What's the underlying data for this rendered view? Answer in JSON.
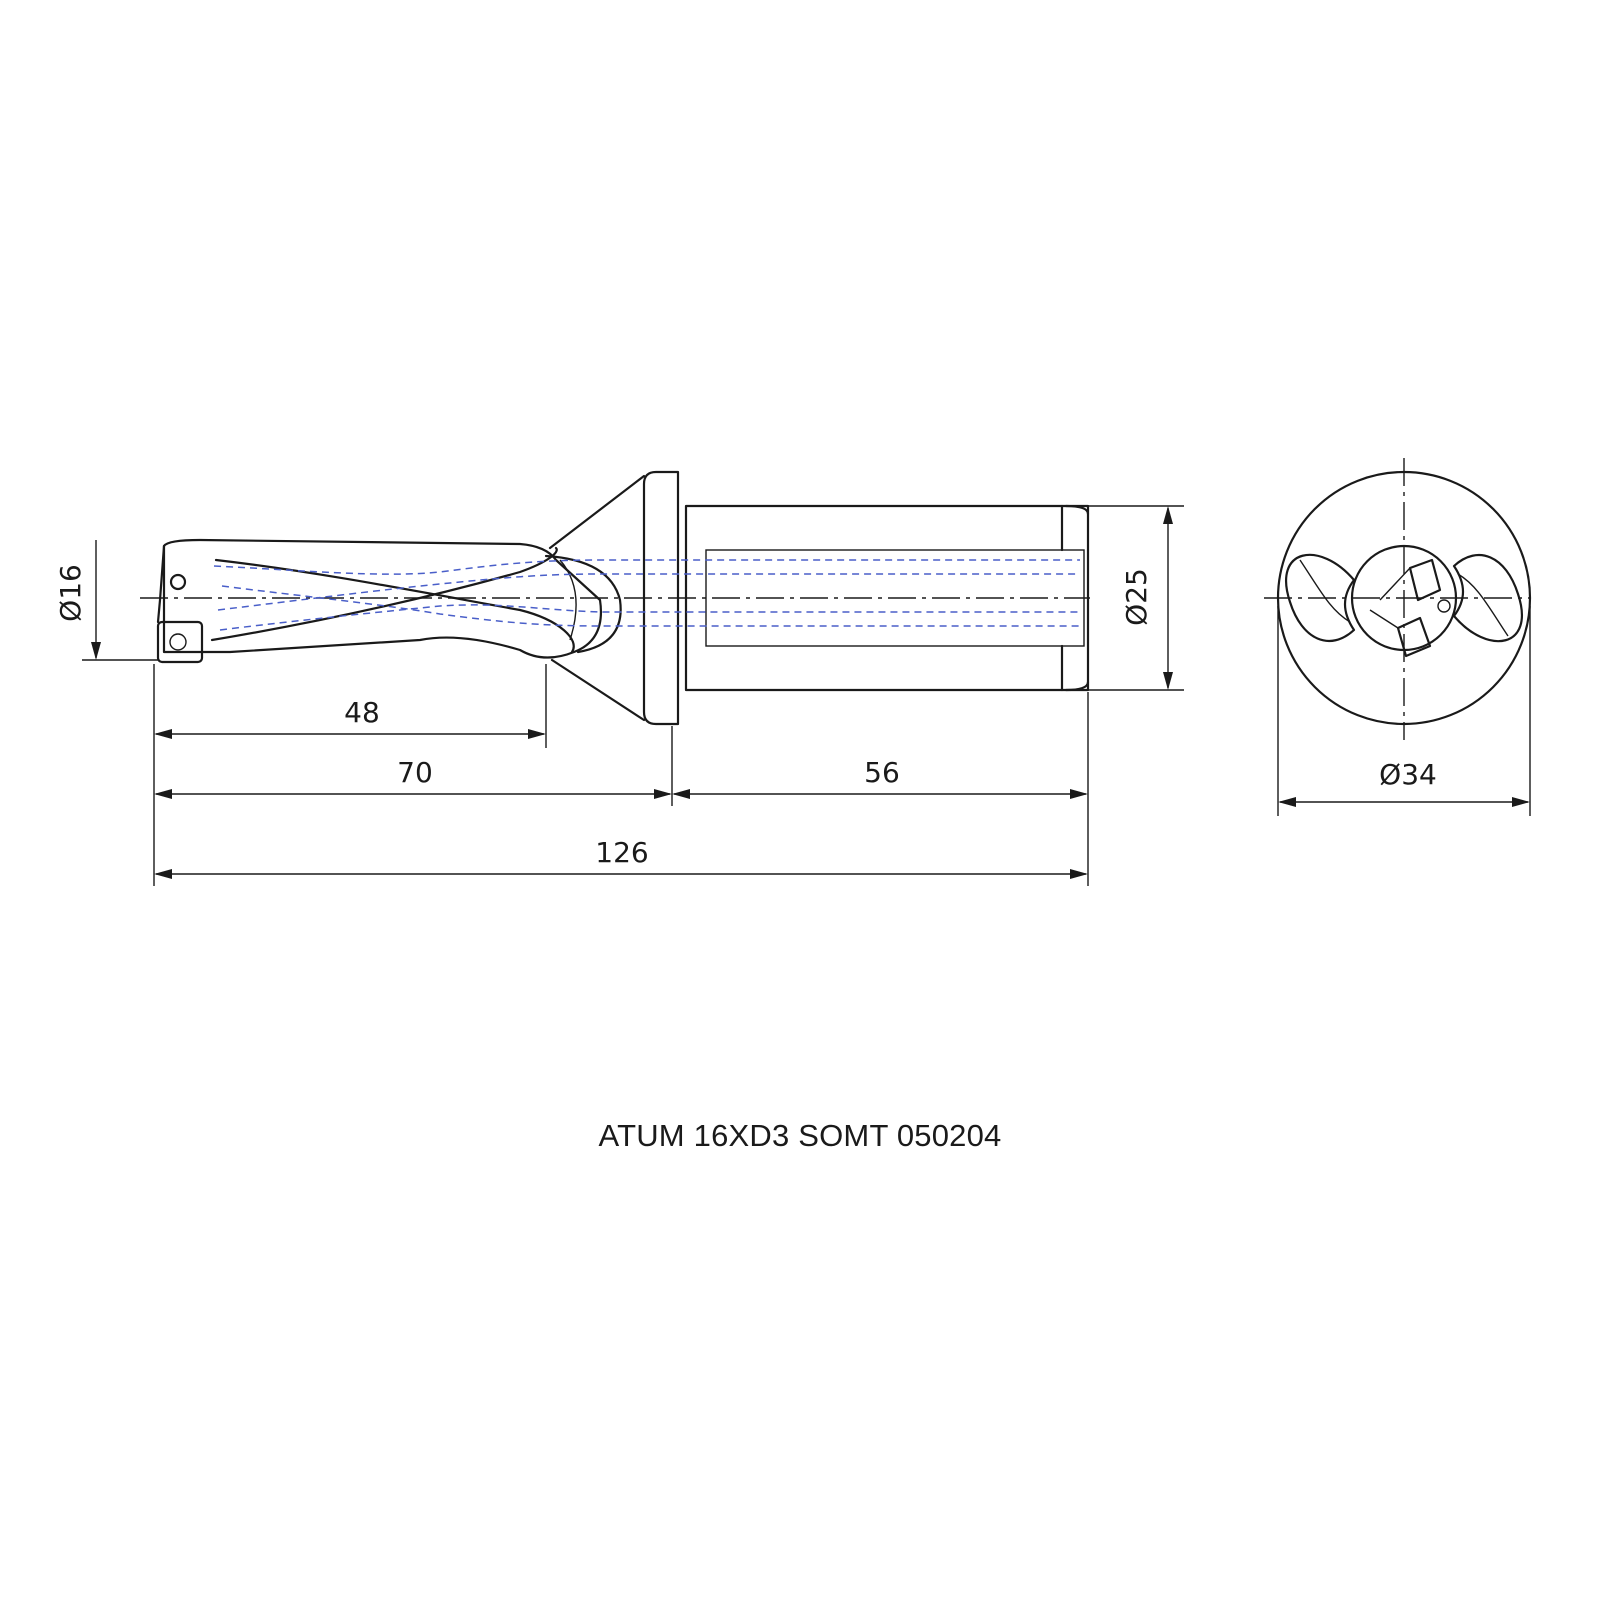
{
  "title": "ATUM 16XD3 SOMT 050204",
  "dimensions": {
    "drill_diameter": "Ø16",
    "shank_diameter": "Ø25",
    "flange_diameter": "Ø34",
    "flute_length": "48",
    "body_length": "70",
    "shank_length": "56",
    "overall_length": "126"
  },
  "colors": {
    "line": "#1a1a1a",
    "coolant_channel": "#4a5fc9"
  }
}
